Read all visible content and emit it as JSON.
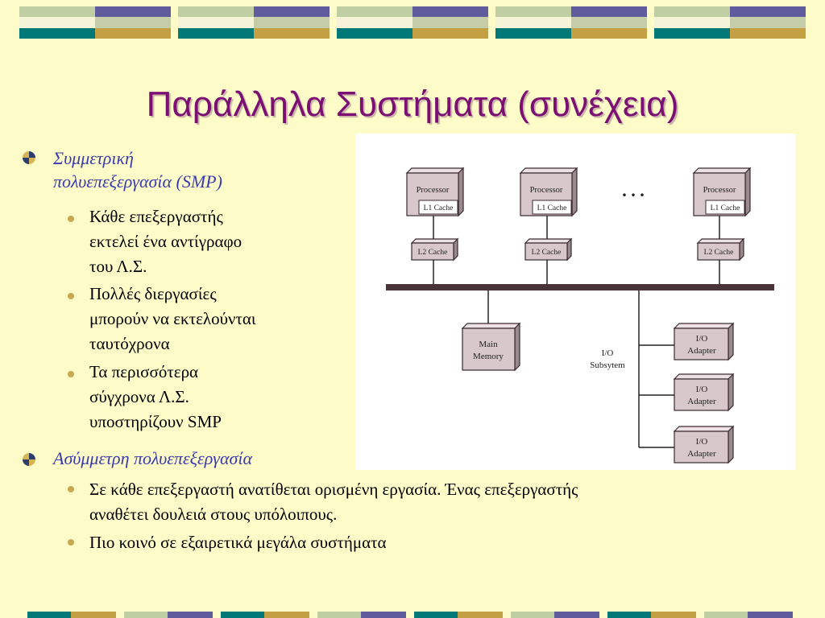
{
  "slide": {
    "title": "Παράλληλα Συστήματα (συνέχεια)",
    "sections": [
      {
        "heading_line1": "Συμμετρική",
        "heading_line2": "πολυεπεξεργασία (SMP)",
        "items": [
          {
            "lines": [
              "Κάθε επεξεργαστής",
              "εκτελεί ένα αντίγραφο",
              "του Λ.Σ."
            ]
          },
          {
            "lines": [
              "Πολλές διεργασίες",
              "μπορούν να εκτελούνται",
              "ταυτόχρονα"
            ]
          },
          {
            "lines": [
              "Τα περισσότερα",
              "σύγχρονα Λ.Σ.",
              "υποστηρίζουν SMP"
            ]
          }
        ]
      },
      {
        "heading_line1": "Ασύμμετρη πολυεπεξεργασία",
        "items": [
          {
            "lines": [
              "Σε κάθε επεξεργαστή ανατίθεται ορισμένη εργασία. Ένας επεξεργαστής",
              "αναθέτει δουλειά στους υπόλοιπους."
            ]
          },
          {
            "lines": [
              "Πιο κοινό σε εξαιρετικά μεγάλα συστήματα"
            ]
          }
        ]
      }
    ]
  },
  "diagram": {
    "processor_label": "Processor",
    "l1_label": "L1 Cache",
    "l2_label": "L2 Cache",
    "ellipsis": ". . .",
    "memory_line1": "Main",
    "memory_line2": "Memory",
    "io_subsystem_line1": "I/O",
    "io_subsystem_line2": "Subsytem",
    "adapter_line1": "I/O",
    "adapter_line2": "Adapter"
  },
  "colors": {
    "title": "#7b0f73",
    "heading": "#3a3ab0",
    "background": "#fdfcc8",
    "box_fill": "#d8c8cc",
    "box_border": "#3a2a30"
  }
}
